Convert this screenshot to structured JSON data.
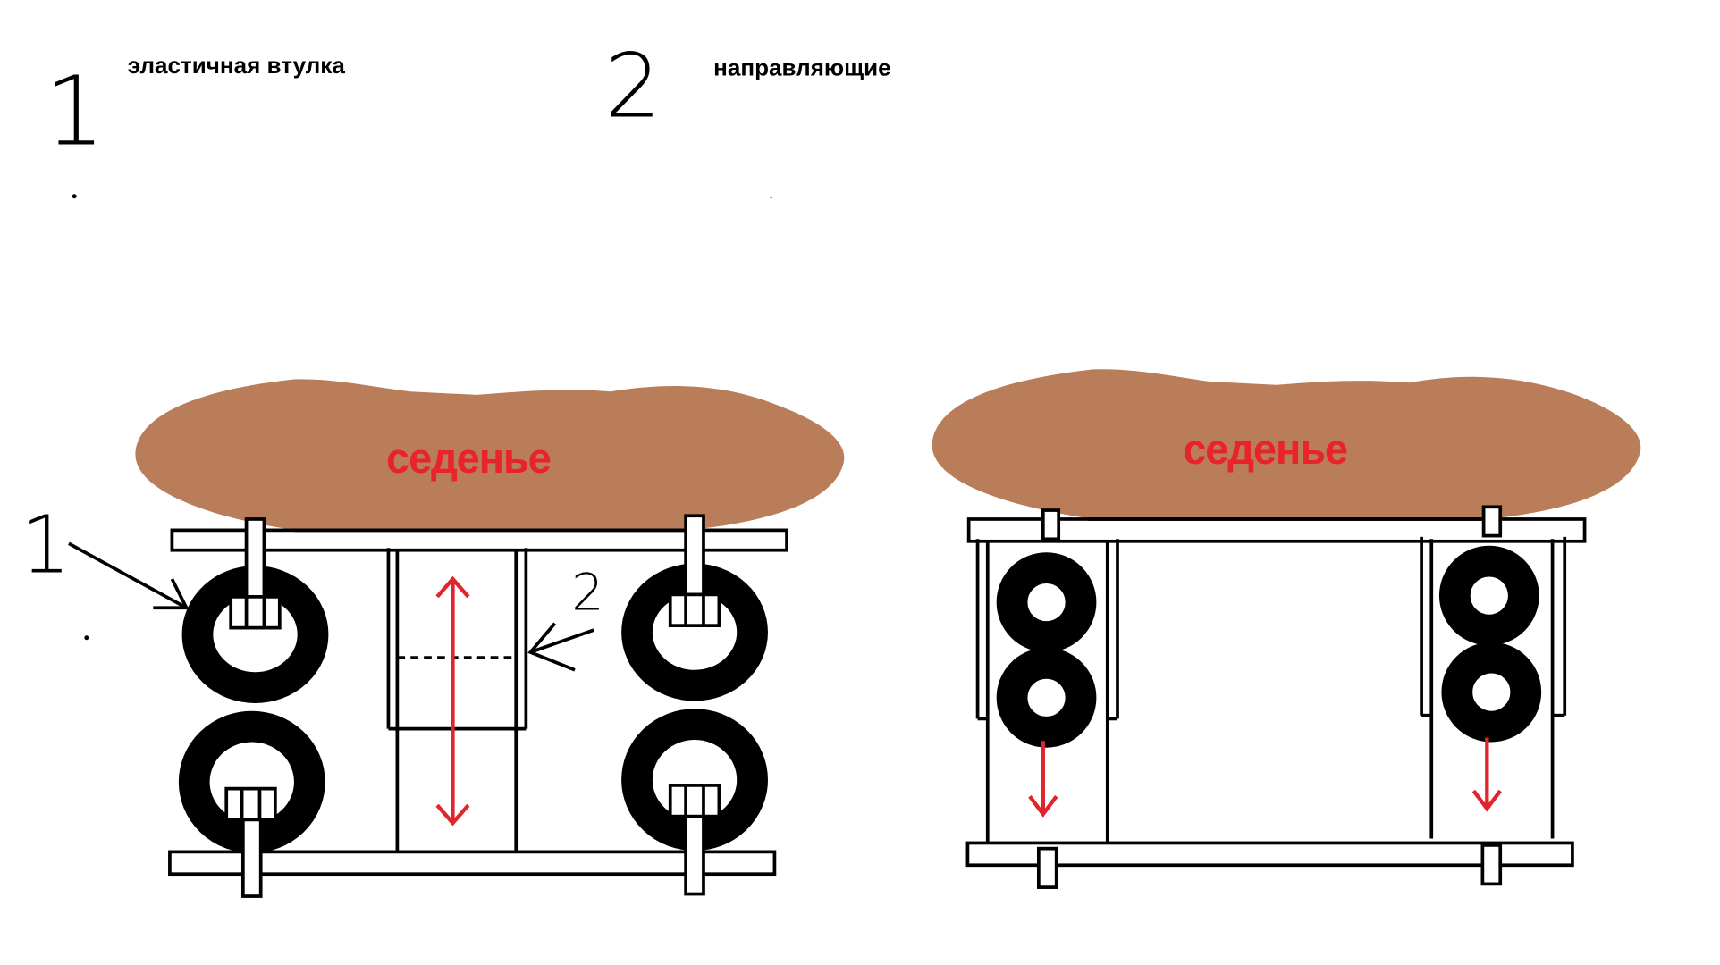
{
  "legend": [
    {
      "number": "1",
      "label": "эластичная втулка"
    },
    {
      "number": "2",
      "label": "направляющие"
    }
  ],
  "left_view": {
    "seat_label": "седенье",
    "callout_1": "1",
    "callout_2": "2"
  },
  "right_view": {
    "seat_label": "седенье"
  },
  "colors": {
    "seat": "#b97d5a",
    "seat_text": "#e8232a",
    "arrow": "#e0252d"
  }
}
